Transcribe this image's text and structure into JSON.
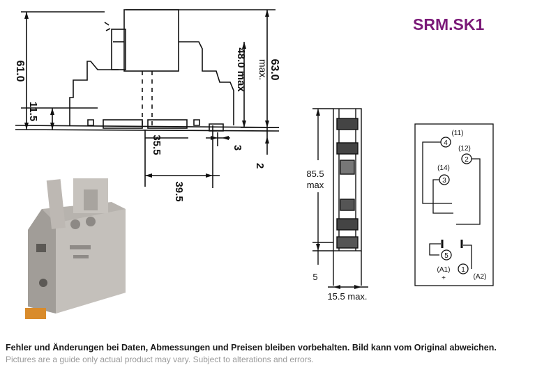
{
  "product_code": "SRM.SK1",
  "notes": {
    "german": "Fehler und Änderungen bei Daten, Abmessungen und Preisen bleiben vorbehalten. Bild kann vom Original abweichen.",
    "english": "Pictures are a guide only actual product may vary. Subject to alterations and errors."
  },
  "side_view": {
    "dim_total_height": "61.0",
    "dim_lower": "11.5",
    "dim_socket": "48.0 max",
    "dim_max": "63.0",
    "dim_max_label": "max.",
    "dim_rail": "35.5",
    "dim_rail_outer": "39.5",
    "dim_gap": "3",
    "dim_offset": "2"
  },
  "front_view": {
    "dim_height": "85.5",
    "dim_height_label": "max",
    "dim_bottom": "5",
    "dim_width": "15.5 max."
  },
  "schematic": {
    "terminals": [
      {
        "num": "4",
        "label": "(11)"
      },
      {
        "num": "2",
        "label": "(12)"
      },
      {
        "num": "3",
        "label": "(14)"
      },
      {
        "num": "5",
        "label": "(A1)"
      },
      {
        "num": "1",
        "label": "(A2)"
      }
    ],
    "plus_sign": "+"
  }
}
